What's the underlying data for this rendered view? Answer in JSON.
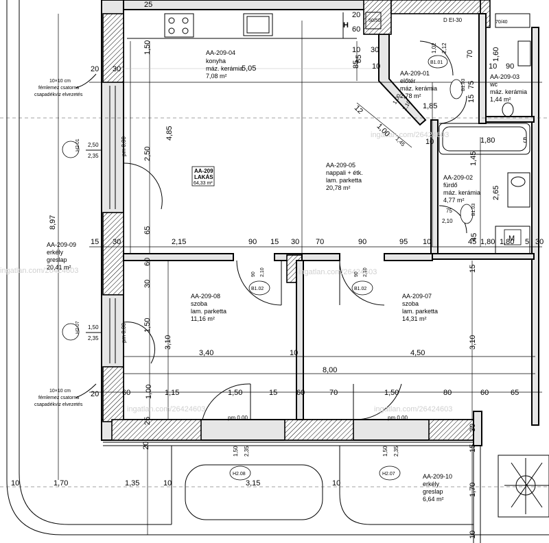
{
  "dimensions": {
    "top_row": [
      "15",
      "30",
      "2,15",
      "90",
      "15",
      "30",
      "70",
      "90",
      "95",
      "10",
      "45",
      "1,80",
      "5",
      "30"
    ],
    "mid_row": [
      "3,40",
      "10",
      "4,50"
    ],
    "total": "8,00",
    "bottom_row": [
      "20",
      "60",
      "1,00",
      "1,15",
      "1,50",
      "15",
      "60",
      "70",
      "1,50",
      "80",
      "60",
      "65"
    ],
    "balcony_row": [
      "10",
      "1,70",
      "1,35",
      "10",
      "3,15",
      "10"
    ],
    "vertical_left": "8,97",
    "vertical_kitchen": [
      "1,50",
      "4,85",
      "2,50",
      "65"
    ],
    "vertical_rooms": [
      "60",
      "30",
      "1,50",
      "3,10"
    ],
    "vertical_right": [
      "3,10",
      "15",
      "1,70",
      "10",
      "30",
      "15"
    ],
    "right_block": [
      "10",
      "30",
      "85",
      "10",
      "1,02",
      "2,12",
      "70",
      "1,60",
      "10",
      "90",
      "1,85",
      "75",
      "15",
      "1,80",
      "1,45",
      "2,65",
      "75",
      "2,10",
      "1,80",
      "45",
      "10",
      "5"
    ],
    "misc": [
      "12",
      "1,00",
      "1,00",
      "2,10",
      "1,45",
      "25",
      "20",
      "60",
      "20",
      "25",
      "20",
      "30"
    ]
  },
  "rooms": {
    "kitchen": {
      "code": "AA-209-04",
      "name": "konyha",
      "floor": "máz. kerámia",
      "area": "7,08 m²",
      "width": "5,05"
    },
    "living": {
      "code": "AA-209-05",
      "name": "nappali + étk.",
      "floor": "lam. parketta",
      "area": "20,78 m²"
    },
    "hall": {
      "code": "AA-209-01",
      "name": "előtér",
      "floor": "máz. kerámia",
      "area": "2,78 m²"
    },
    "wc": {
      "code": "AA-209-03",
      "name": "wc",
      "floor": "máz. kerámia",
      "area": "1,44 m²"
    },
    "bath": {
      "code": "AA-209-02",
      "name": "fürdő",
      "floor": "máz. kerámia",
      "area": "4,77 m²"
    },
    "room1": {
      "code": "AA-209-08",
      "name": "szoba",
      "floor": "lam. parketta",
      "area": "11,16 m²"
    },
    "room2": {
      "code": "AA-209-07",
      "name": "szoba",
      "floor": "lam. parketta",
      "area": "14,31 m²"
    },
    "balcony_w": {
      "code": "AA-209-09",
      "name": "erkély",
      "floor": "greslap",
      "area": "20,41 m²"
    },
    "balcony_s": {
      "code": "AA-209-10",
      "name": "erkély",
      "floor": "greslap",
      "area": "6,64 m²"
    }
  },
  "apartment": {
    "code": "AA-209",
    "label": "LAKÁS",
    "area": "64,33 m²"
  },
  "notes": {
    "gutter_line1": "10×10 cm",
    "gutter_line2": "fémlemez csatorna",
    "gutter_line3": "csapadékvíz elvezetés",
    "door_el30": "D EI-30",
    "h_mark": "H",
    "box_5050": "50/50",
    "box_7040": "70/40",
    "m_mark": "M",
    "pm_level": "pm 0,00",
    "sill_85": "85"
  },
  "tags": {
    "h201": "H2.01",
    "h207": "H2.07",
    "h208": "H2.08",
    "h207b": "H2.07",
    "b101": "B1.01",
    "b103a": "B1.03",
    "b103b": "B1.03",
    "b102a": "B1.02",
    "b102b": "B1.02"
  },
  "window_labels": {
    "w1_top": "2,50",
    "w1_bot": "2,35",
    "w2_top": "1,50",
    "w2_bot": "2,35",
    "d1_a": "90",
    "d1_b": "2,10",
    "d2_a": "90",
    "d2_b": "2,10",
    "bw1_a": "1,50",
    "bw1_b": "2,35",
    "bw2_a": "1,50",
    "bw2_b": "2,35"
  },
  "watermark": "ingatlan.com/26424603"
}
